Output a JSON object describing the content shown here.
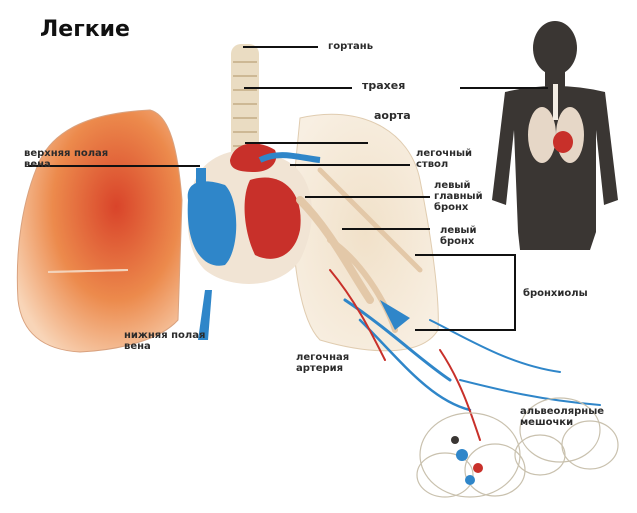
{
  "title": "Легкие",
  "labels": {
    "larynx": "гортань",
    "trachea": "трахея",
    "aorta": "аорта",
    "superior_vena_cava": "верхняя полая\nвена",
    "pulmonary_trunk": "легочный\nствол",
    "left_main_bronchus": "левый\nглавный\nбронх",
    "lobar_bronchus": "левый\nбронх",
    "bronchioles": "бронхиолы",
    "inferior_vena_cava": "нижняя полая\nвена",
    "pulmonary_artery": "легочная\nартерия",
    "alveolar_sacs": "альвеолярные\nмешочки"
  },
  "colors": {
    "lung": "#e8803f",
    "lung_light": "#f5c29c",
    "vein_blue": "#2f86c9",
    "artery_red": "#c8302a",
    "trachea": "#eadcc2",
    "silhouette": "#3a3633",
    "leader": "#111111"
  }
}
